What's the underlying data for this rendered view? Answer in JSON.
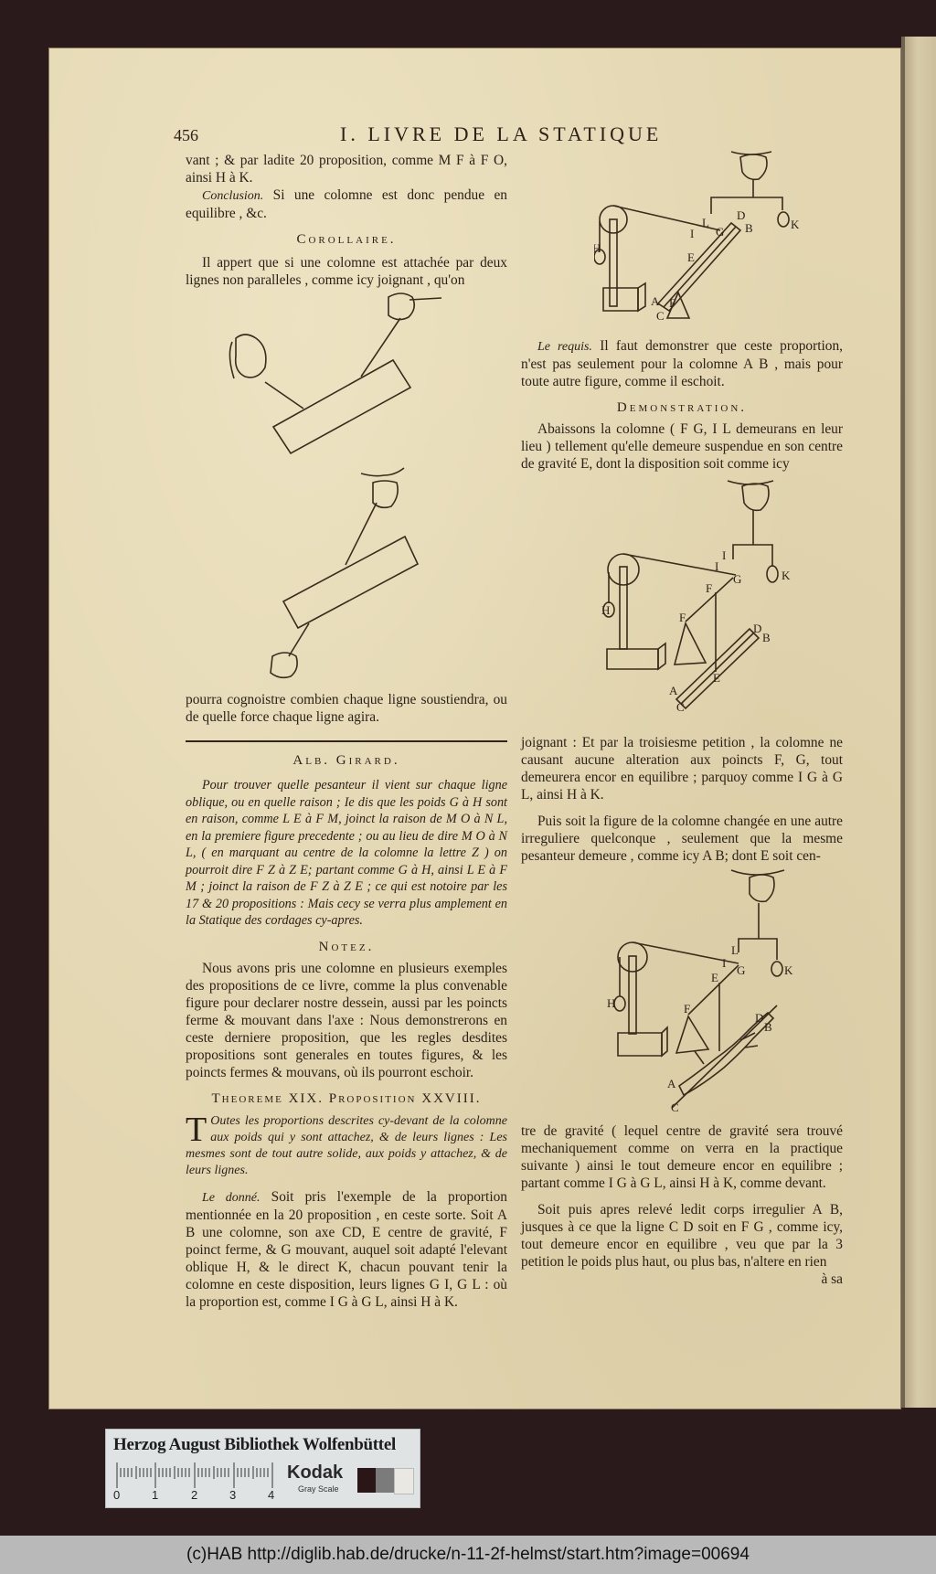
{
  "header": {
    "page_number": "456",
    "running_title": "I. LIVRE DE LA STATIQUE"
  },
  "left_column": {
    "opening_text": "vant ; & par ladite 20 proposition, comme M F à F O, ainsi H à K.",
    "conclusion_label": "Conclusion.",
    "conclusion_text": " Si une colomne est donc pendue en equilibre , &c.",
    "corollaire_heading": "Corollaire.",
    "corollaire_text": "Il appert que si une colomne est attachée par deux lignes non paralleles , comme icy joignant , qu'on",
    "corollaire_continued": "pourra cognoistre combien chaque ligne soustiendra, ou de quelle force chaque ligne agira.",
    "girard_heading": "Alb. Girard.",
    "girard_text": "Pour trouver quelle pesanteur il vient sur chaque ligne oblique, ou en quelle raison ; Ie dis que les poids G à H sont en raison, comme L E à F M, joinct la raison de M O à N L, en la premiere figure precedente ; ou au lieu de dire M O à N L, ( en marquant au centre de la colomne la lettre Z ) on pourroit dire F Z à Z E; partant comme G à H, ainsi L E à F M ; joinct la raison de F Z à Z E ; ce qui est notoire par les 17 & 20 propositions : Mais cecy se verra plus amplement en la Statique des cordages cy-apres.",
    "notez_heading": "Notez.",
    "notez_text": "Nous avons pris une colomne en plusieurs exemples des propositions de ce livre, comme la plus convenable figure pour declarer nostre dessein, aussi par les poincts ferme & mouvant dans l'axe : Nous demonstrerons en ceste derniere proposition, que les regles desdites propositions sont generales en toutes figures, & les poincts fermes & mouvans, où ils pourront eschoir.",
    "theorem_heading": "Theoreme XIX. Proposition XXVIII.",
    "theorem_dropcap": "T",
    "theorem_text": "Outes les proportions descrites cy-devant de la colomne aux poids qui y sont attachez, & de leurs lignes : Les mesmes sont de tout autre solide, aux poids y attachez, & de leurs lignes.",
    "donne_label": "Le donné.",
    "donne_text": " Soit pris l'exemple de la proportion mentionnée en la 20 proposition , en ceste sorte. Soit A B une colomne, son axe CD, E centre de gravité, F poinct ferme, & G mouvant, auquel soit adapté l'elevant oblique H, & le direct K, chacun pouvant tenir la colomne en ceste disposition, leurs lignes G I, G L : où la proportion est, comme I G à G L, ainsi H à K."
  },
  "right_column": {
    "requis_label": "Le requis.",
    "requis_text": " Il faut demonstrer que ceste proportion, n'est pas seulement pour la colomne A B , mais pour toute autre figure, comme il eschoit.",
    "demonstration_heading": "Demonstration.",
    "demonstration_text": "Abaissons la colomne ( F G, I L demeurans en leur lieu ) tellement qu'elle demeure suspendue en son centre de gravité E, dont la disposition soit comme icy",
    "paragraph_2": "joignant : Et par la troisiesme petition , la colomne ne causant aucune alteration aux poincts F, G, tout demeurera encor en equilibre ; parquoy comme I G à G L, ainsi H à K.",
    "paragraph_3": "Puis soit la figure de la colomne changée en une autre irreguliere quelconque , seulement que la mesme pesanteur demeure , comme icy A B; dont E soit cen-",
    "paragraph_4": "tre de gravité ( lequel centre de gravité sera trouvé mechaniquement comme on verra en la practique suivante ) ainsi le tout demeure encor en equilibre ; partant comme I G à G L, ainsi H à K, comme devant.",
    "paragraph_5": "Soit puis apres relevé ledit corps irregulier A B, jusques à ce que la ligne C D soit en F G , comme icy, tout demeure encor en equilibre , veu que par la 3 petition le poids plus haut, ou plus bas, n'altere en rien",
    "catchword": "à sa"
  },
  "figures": {
    "fig1_labels": [
      "L",
      "D",
      "I",
      "E",
      "G",
      "B",
      "K",
      "H",
      "A",
      "F",
      "C"
    ],
    "fig2_labels": [
      "I",
      "I",
      "G",
      "K",
      "F",
      "F",
      "H",
      "D",
      "B",
      "E",
      "A",
      "C"
    ],
    "fig3_labels": [
      "L",
      "I",
      "G",
      "K",
      "E",
      "F",
      "H",
      "D",
      "B",
      "A",
      "C"
    ]
  },
  "archive_label": {
    "institution": "Herzog August Bibliothek Wolfenbüttel",
    "ruler_numbers": [
      "0",
      "1",
      "2",
      "3",
      "4"
    ],
    "brand": "Kodak",
    "scale_name": "Gray Scale",
    "swatch_colors": [
      "#2a1517",
      "#7b7b7b",
      "#e9e8e2"
    ]
  },
  "footer": {
    "credit": "(c)HAB http://diglib.hab.de/drucke/n-11-2f-helmst/start.htm?image=00694"
  },
  "colors": {
    "paper": "#e3d6b1",
    "ink": "#2b2118",
    "background": "#2a1a1c",
    "footer_bar": "#b9b9b9"
  }
}
